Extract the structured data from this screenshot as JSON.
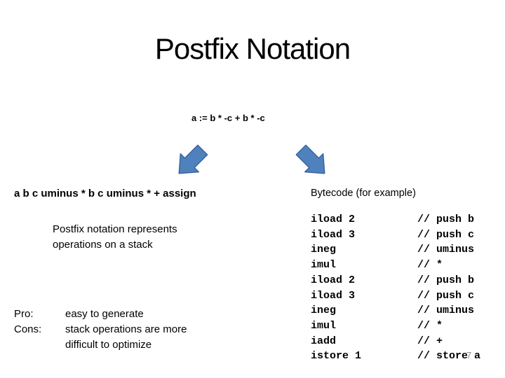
{
  "slide": {
    "title": "Postfix Notation",
    "page_number": "7"
  },
  "expression": {
    "infix": "a := b * -c + b * -c",
    "postfix": "a b c uminus * b c uminus * + assign"
  },
  "notes": {
    "stack_note_line1": "Postfix notation represents",
    "stack_note_line2": "operations on a stack",
    "pro_label": "Pro:",
    "pro_text": "easy to generate",
    "cons_label": "Cons:",
    "cons_text_line1": "stack operations are more",
    "cons_text_line2": "difficult to optimize"
  },
  "bytecode": {
    "heading": "Bytecode (for example)",
    "lines": [
      {
        "instr": "iload 2",
        "comment": "// push b"
      },
      {
        "instr": "iload 3",
        "comment": "// push c"
      },
      {
        "instr": "ineg",
        "comment": "// uminus"
      },
      {
        "instr": "imul",
        "comment": "// *"
      },
      {
        "instr": "iload 2",
        "comment": "// push b"
      },
      {
        "instr": "iload 3",
        "comment": "// push c"
      },
      {
        "instr": "ineg",
        "comment": "// uminus"
      },
      {
        "instr": "imul",
        "comment": "// *"
      },
      {
        "instr": "iadd",
        "comment": "// +"
      },
      {
        "instr": "istore 1",
        "comment": "// store a"
      }
    ]
  },
  "icons": {
    "left_arrow": "arrow-down-left",
    "right_arrow": "arrow-down-right"
  },
  "colors": {
    "arrow_fill": "#4f81bd",
    "arrow_stroke": "#3a639d",
    "text": "#000000",
    "page_number": "#8a8a8a"
  }
}
